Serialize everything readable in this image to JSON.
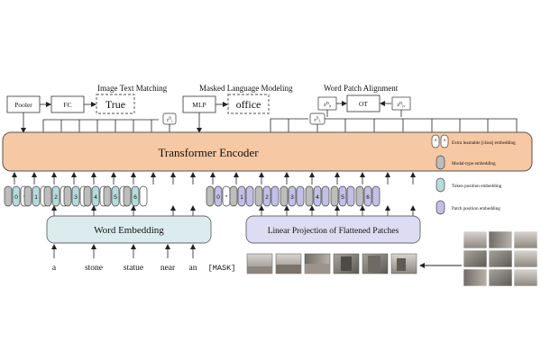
{
  "heads": {
    "itm": {
      "title": "Image Text Matching",
      "pooler_label": "Pooler",
      "fc_label": "FC",
      "output": "True"
    },
    "mlm": {
      "title": "Masked Language Modeling",
      "mlp_label": "MLP",
      "output": "office"
    },
    "wpa": {
      "title": "Word Patch Alignment",
      "ot_label": "OT"
    }
  },
  "encoder": {
    "label": "Transformer Encoder"
  },
  "word_embedding": {
    "label": "Word Embedding"
  },
  "patch_projection": {
    "label": "Linear Projection of Flattened Patches"
  },
  "words": [
    "a",
    "stone",
    "statue",
    "near",
    "an",
    "[MASK]"
  ],
  "text_tokens": [
    "0",
    "1",
    "2",
    "3",
    "4",
    "5",
    "6"
  ],
  "image_tokens": [
    "0",
    "1",
    "2",
    "3",
    "4",
    "5",
    "6"
  ],
  "legend": {
    "class_label": "Extra learnable [class] embedding",
    "modal_label": "Modal-type embedding",
    "token_pos_label": "Token position embedding",
    "patch_pos_label": "Patch position embedding"
  },
  "colors": {
    "encoder_fill": "#f6c8a4",
    "word_embedding_fill": "#dcecee",
    "patch_projection_fill": "#dddcf2",
    "modal_fill": "#bdbdbd",
    "token_pos_fill": "#b6dbdc",
    "patch_pos_fill": "#c3bfe6"
  }
}
